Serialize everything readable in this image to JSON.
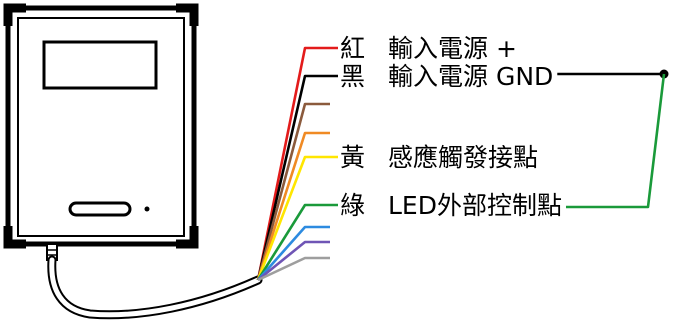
{
  "wiring": {
    "wires": [
      {
        "color_name": "紅",
        "description": "輸入電源 +",
        "color": "#e31b1b",
        "labeled": true
      },
      {
        "color_name": "黑",
        "description": "輸入電源 GND",
        "color": "#000000",
        "labeled": true
      },
      {
        "color_name": "",
        "description": "",
        "color": "#8b5a3c",
        "labeled": false
      },
      {
        "color_name": "",
        "description": "",
        "color": "#f08a24",
        "labeled": false
      },
      {
        "color_name": "黃",
        "description": "感應觸發接點",
        "color": "#ffe600",
        "labeled": true
      },
      {
        "color_name": "綠",
        "description": "LED外部控制點",
        "color": "#1a9a3a",
        "labeled": true
      },
      {
        "color_name": "",
        "description": "",
        "color": "#2d8be0",
        "labeled": false
      },
      {
        "color_name": "",
        "description": "",
        "color": "#6f55b5",
        "labeled": false
      },
      {
        "color_name": "",
        "description": "",
        "color": "#9e9e9e",
        "labeled": false
      }
    ],
    "links": [
      {
        "from": "黑",
        "to": "綠",
        "color": "#1a9a3a"
      }
    ]
  },
  "colors": {
    "device_body": "#ffffff",
    "device_outline": "#000000",
    "cable": "#000000"
  }
}
